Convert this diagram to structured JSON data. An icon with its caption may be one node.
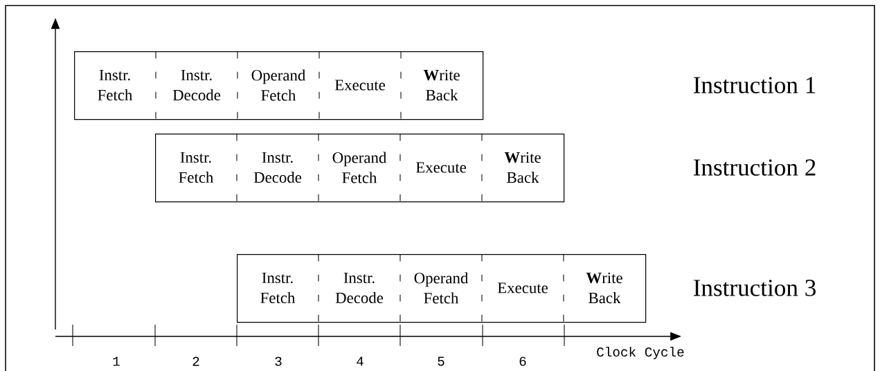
{
  "diagram": {
    "nodes": [
      {
        "text": [],
        "shape": "box"
      },
      {
        "text": [
          "Instr. Fetch"
        ],
        "in": 0
      },
      {
        "text": [
          "Instr. Decode"
        ],
        "in": 0
      },
      {
        "text": [
          "Operand Fetch"
        ],
        "in": 0
      },
      {
        "text": [
          "Execute"
        ],
        "in": 0
      },
      {
        "text": [
          "**W**rite Back"
        ],
        "in": 0
      },
      {
        "text": [],
        "shape": "box"
      },
      {
        "text": [
          "Instr. Fetch"
        ],
        "in": 6
      },
      {
        "text": [
          "Instr. Decode"
        ],
        "in": 6
      },
      {
        "text": [
          "Operand Fetch"
        ],
        "in": 6
      },
      {
        "text": [
          "Execute"
        ],
        "in": 6
      },
      {
        "text": [
          "**W**rite Back"
        ],
        "in": 6
      },
      {
        "text": [],
        "shape": "box"
      },
      {
        "text": [
          "Instr. Fetch"
        ],
        "in": 12
      },
      {
        "text": [
          "Instr. Decode"
        ],
        "in": 12
      },
      {
        "text": [
          "Operand Fetch"
        ],
        "in": 12
      },
      {
        "text": [
          "Execute"
        ],
        "in": 12
      },
      {
        "text": [
          "**W**rite Back"
        ],
        "in": 12
      }
    ],
    "labels": [
      "Instruction 1",
      "Instruction 2",
      "Instruction 3",
      "1",
      "2",
      "3",
      "4",
      "5",
      "6",
      "Clock Cycle"
    ]
  }
}
